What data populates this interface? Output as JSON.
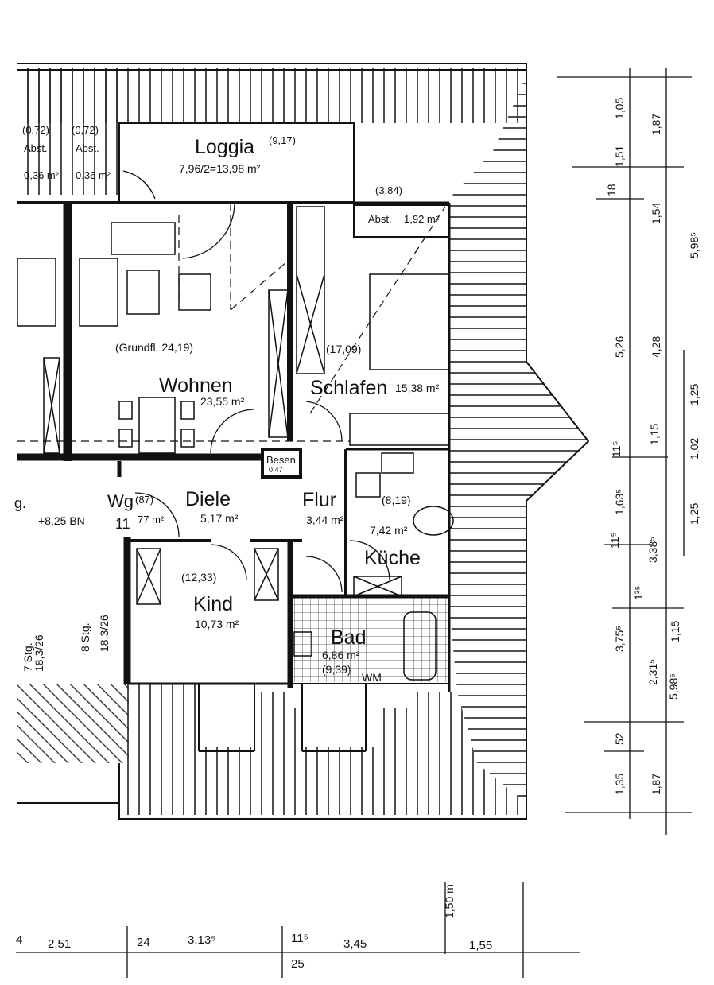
{
  "rooms": {
    "loggia": {
      "name": "Loggia",
      "area": "7,96/2=13,98 m²",
      "net": "(9,17)"
    },
    "wohnen": {
      "name": "Wohnen",
      "area": "23,55 m²",
      "grundfl": "(Grundfl. 24,19)"
    },
    "schlafen": {
      "name": "Schlafen",
      "area": "15,38 m²",
      "net": "(17,09)"
    },
    "abst": {
      "name": "Abst.",
      "area": "1,92 m²",
      "net": "(3,84)"
    },
    "besen": {
      "name": "Besen",
      "area": "0,47"
    },
    "diele": {
      "name": "Diele",
      "area": "5,17 m²"
    },
    "flur": {
      "name": "Flur",
      "area": "3,44 m²"
    },
    "kueche": {
      "name": "Küche",
      "area": "7,42 m²",
      "net": "(8,19)"
    },
    "kind": {
      "name": "Kind",
      "area": "10,73 m²",
      "net": "(12,33)"
    },
    "bad": {
      "name": "Bad",
      "area": "6,86 m²",
      "net": "(9,39)",
      "wm": "WM"
    },
    "wg": {
      "name": "Wg",
      "num": "11",
      "area": "77 m²",
      "net": "(87)"
    }
  },
  "notes": {
    "abst_left_1_net": "(0,72)",
    "abst_left_1_label": "Abst.",
    "abst_left_1_area": "0,36 m²",
    "abst_left_2_net": "(0,72)",
    "abst_left_2_label": "Abst.",
    "abst_left_2_area": "0,36 m²",
    "level": "+8,25 BN",
    "stair1": "8 Stg.",
    "stair1_dim": "18,3/26",
    "stair2": "7 Stg.",
    "stair2_dim": "18,3/26",
    "stray_letter": "g."
  },
  "dims_right_inner": [
    "1,05",
    "1,51",
    "18",
    "5,26",
    "11⁵",
    "1,63⁵",
    "11⁵",
    "1³⁵",
    "3,75⁵",
    "52",
    "1,35"
  ],
  "dims_right_mid": [
    "1,87",
    "1,54",
    "4,28",
    "1,15",
    "3,38⁵",
    "1,15",
    "2,31⁵",
    "1,87"
  ],
  "dims_right_outer": [
    "5,98⁵",
    "1,25",
    "1,02",
    "1,25",
    "5,98⁵"
  ],
  "dims_bottom": [
    "4",
    "2,51",
    "24",
    "3,13⁵",
    "11⁵",
    "3,45",
    "1,55",
    "25",
    "1,50 m"
  ]
}
